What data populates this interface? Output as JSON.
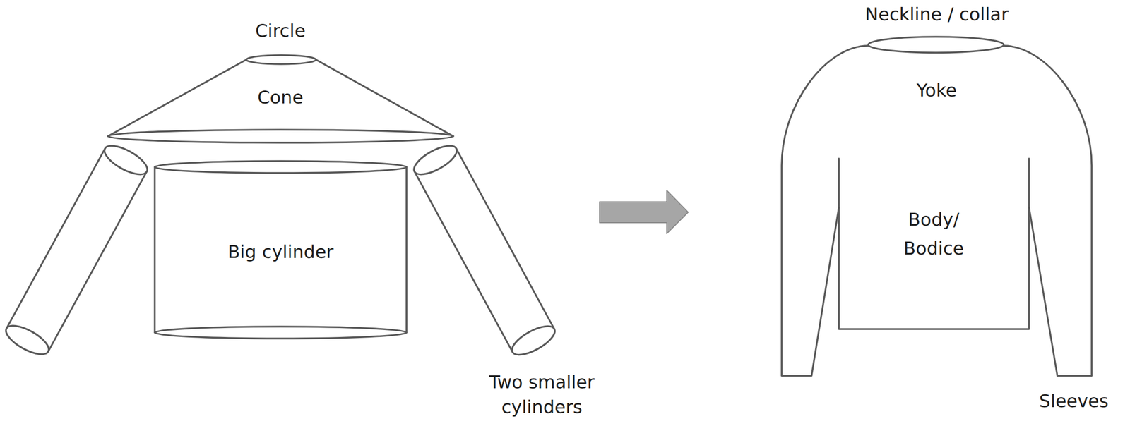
{
  "diagram": {
    "nodes": [
      {
        "text": [
          "Circle",
          "Cone"
        ]
      },
      {
        "text": [
          "Big cylinder"
        ]
      },
      {
        "text": [
          "Neckline / collar",
          "Yoke"
        ]
      },
      {
        "text": [
          "Body/ Bodice"
        ],
        "in": 2
      }
    ],
    "labels": [
      "Two smaller cylinders",
      "Sleeves"
    ]
  }
}
